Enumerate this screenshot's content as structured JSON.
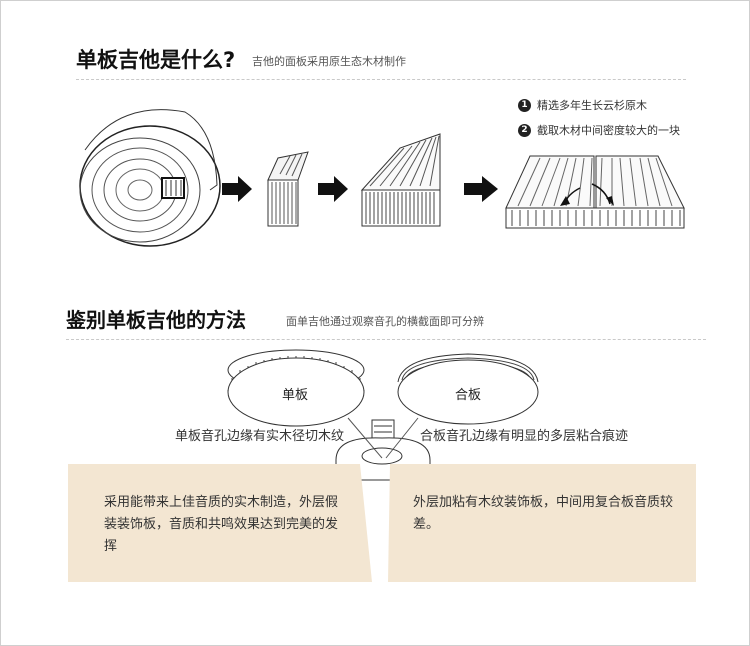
{
  "section1": {
    "title": "单板吉他是什么?",
    "subtitle": "吉他的面板采用原生态木材制作",
    "steps": [
      {
        "num": "1",
        "text": "精选多年生长云杉原木"
      },
      {
        "num": "2",
        "text": "截取木材中间密度较大的一块"
      }
    ]
  },
  "section2": {
    "title": "鉴别单板吉他的方法",
    "subtitle": "面单吉他通过观察音孔的横截面即可分辨",
    "oval_left": "单板",
    "oval_right": "合板",
    "caption_left": "单板音孔边缘有实木径切木纹",
    "caption_right": "合板音孔边缘有明显的多层粘合痕迹",
    "panel_left": "采用能带来上佳音质的实木制造，外层假装装饰板，音质和共鸣效果达到完美的发挥",
    "panel_right": "外层加粘有木纹装饰板，中间用复合板音质较差。"
  },
  "colors": {
    "panel": "#f3e6d2",
    "arrow": "#111111",
    "dash": "#c9c9c9"
  }
}
